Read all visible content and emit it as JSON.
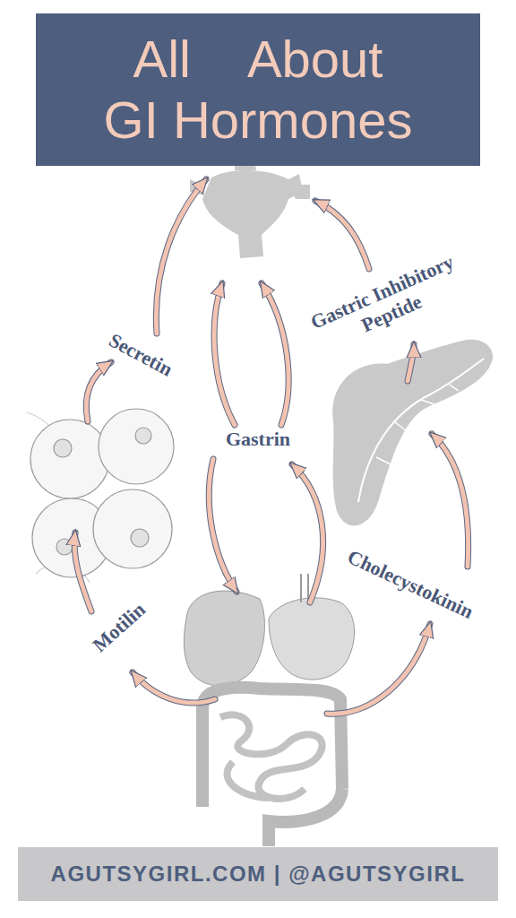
{
  "diagram": {
    "title": "All About GI Hormones",
    "nodes": [
      {
        "text": [
          "AGUTSYGIRL.COM | @AGUTSYGIRL"
        ]
      }
    ],
    "labels": [
      "Gastric Inhibitory Peptide",
      "Secretin",
      "Gastrin",
      "Cholecystokinin",
      "Motilin"
    ]
  }
}
